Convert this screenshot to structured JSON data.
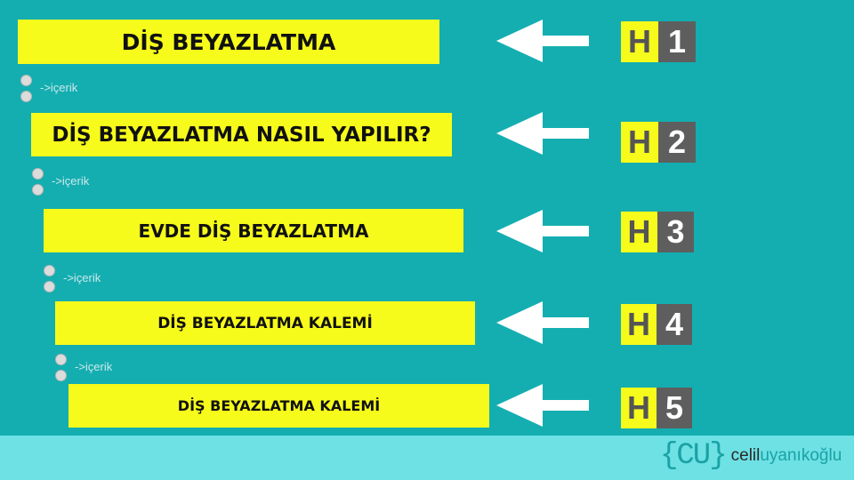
{
  "colors": {
    "background": "#14aeb1",
    "heading_box": "#f6fb1b",
    "badge_letter_bg": "#f6fb1b",
    "badge_number_bg": "#5e5e5e",
    "footer": "#6de1e3",
    "arrow": "#ffffff"
  },
  "headings": [
    {
      "text": "DİŞ BEYAZLATMA",
      "letter": "H",
      "number": "1"
    },
    {
      "text": "DİŞ BEYAZLATMA NASIL YAPILIR?",
      "letter": "H",
      "number": "2"
    },
    {
      "text": "EVDE DİŞ BEYAZLATMA",
      "letter": "H",
      "number": "3"
    },
    {
      "text": "DİŞ BEYAZLATMA KALEMİ",
      "letter": "H",
      "number": "4"
    },
    {
      "text": "DİŞ BEYAZLATMA KALEMİ",
      "letter": "H",
      "number": "5"
    }
  ],
  "connectors": [
    "->içerik",
    "->içerik",
    "->içerik",
    "->içerik"
  ],
  "icons": {
    "arrow": "left-arrow-icon",
    "connector": "dot-connector-icon"
  },
  "logo": {
    "mark": "{CU}",
    "part1": "celil",
    "part2": "uyanıkoğlu"
  }
}
